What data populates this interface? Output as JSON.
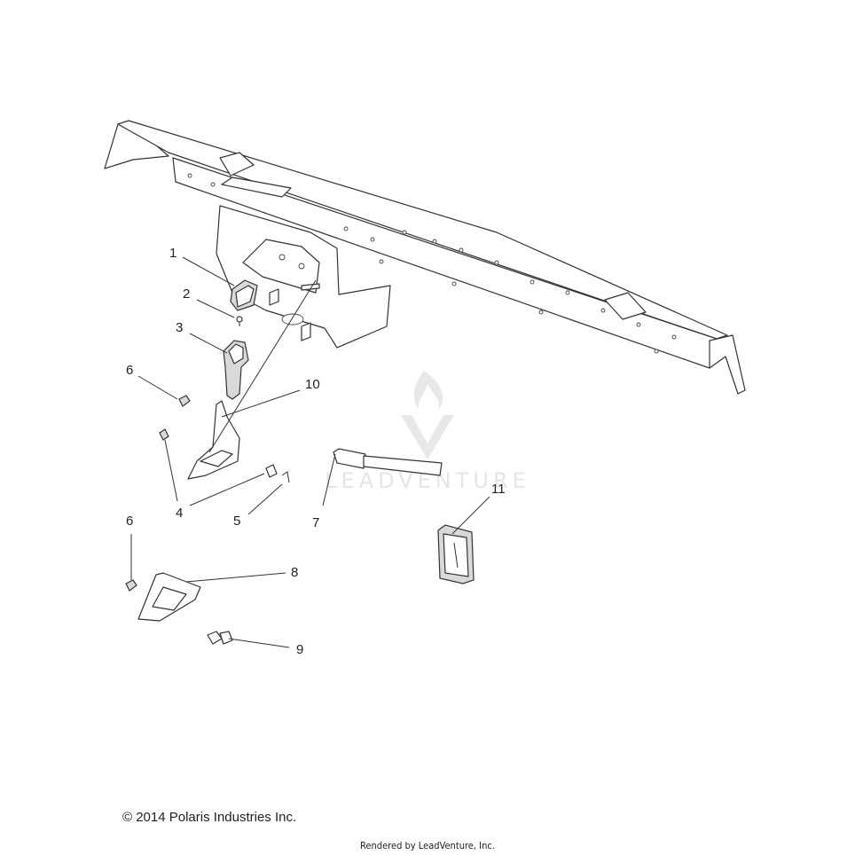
{
  "callouts": {
    "c1": "1",
    "c2": "2",
    "c3": "3",
    "c4": "4",
    "c5": "5",
    "c6a": "6",
    "c6b": "6",
    "c7": "7",
    "c8": "8",
    "c9": "9",
    "c10": "10",
    "c11": "11"
  },
  "watermark": "LEADVENTURE",
  "footer": {
    "copyright": "© 2014 Polaris Industries Inc.",
    "rendered_by": "Rendered by LeadVenture, Inc."
  }
}
